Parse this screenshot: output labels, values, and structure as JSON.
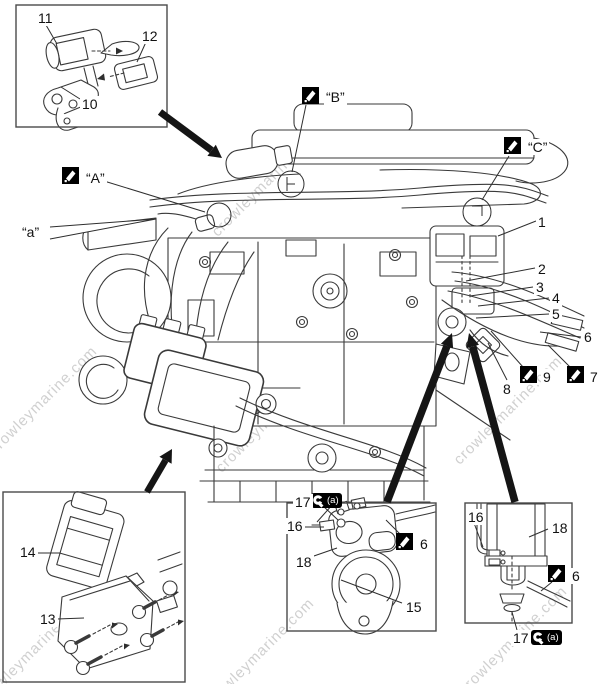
{
  "watermark": {
    "text": "crowleymarine.com"
  },
  "colors": {
    "ink": "#3a3a3a",
    "label": "#111111",
    "watermark": "#c8c8c8",
    "background": "#ffffff"
  },
  "icons": {
    "sealant_brush": "black-square-white-brush-stroke",
    "torque_wrench": "black-box-white-wrench",
    "torque_wrench_ref": "(a)"
  },
  "letter_callouts": {
    "A": "“A”",
    "B": "“B”",
    "C": "“C”",
    "a": "“a”"
  },
  "main_callouts": {
    "1": "1",
    "2": "2",
    "3": "3",
    "4": "4",
    "5": "5",
    "6": "6",
    "7": "7",
    "8": "8",
    "9": "9"
  },
  "inset_top_left": {
    "10": "10",
    "11": "11",
    "12": "12"
  },
  "inset_bottom_left": {
    "13": "13",
    "14": "14"
  },
  "inset_bottom_center": {
    "6": "6",
    "15": "15",
    "16": "16",
    "17": "17",
    "18": "18"
  },
  "inset_bottom_right": {
    "6": "6",
    "16": "16",
    "17": "17",
    "18": "18"
  }
}
